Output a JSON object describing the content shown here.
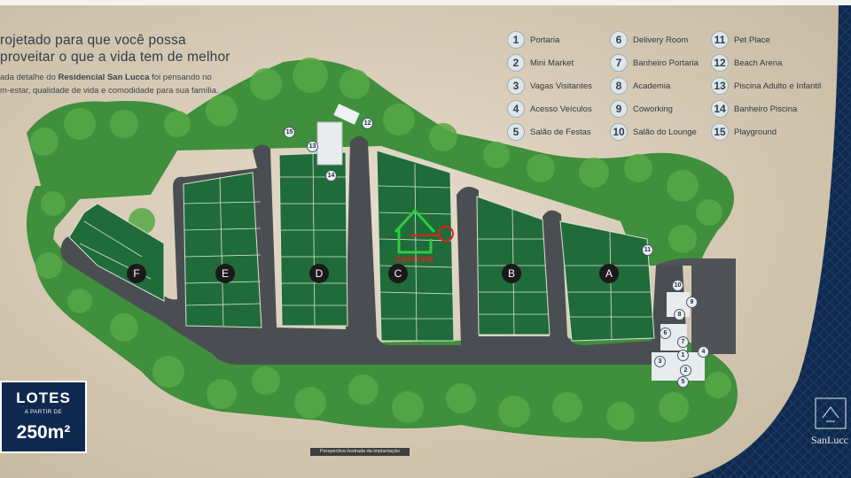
{
  "header": {
    "headline_line1": "rojetado para que você possa",
    "headline_line2": "proveitar o que a vida tem de melhor",
    "desc_line1_pre": "ada detalhe do ",
    "desc_line1_bold": "Residencial San Lucca",
    "desc_line1_post": " foi pensando no",
    "desc_line2": "m-estar, qualidade de vida e comodidade para sua família."
  },
  "legend": [
    {
      "num": "1",
      "label": "Portaria"
    },
    {
      "num": "2",
      "label": "Mini Market"
    },
    {
      "num": "3",
      "label": "Vagas Visitantes"
    },
    {
      "num": "4",
      "label": "Acesso Veículos"
    },
    {
      "num": "5",
      "label": "Salão de Festas"
    },
    {
      "num": "6",
      "label": "Delivery Room"
    },
    {
      "num": "7",
      "label": "Banheiro Portaria"
    },
    {
      "num": "8",
      "label": "Academia"
    },
    {
      "num": "9",
      "label": "Coworking"
    },
    {
      "num": "10",
      "label": "Salão do Lounge"
    },
    {
      "num": "11",
      "label": "Pet Place"
    },
    {
      "num": "12",
      "label": "Beach Arena"
    },
    {
      "num": "13",
      "label": "Piscina Adulto e Infantil"
    },
    {
      "num": "14",
      "label": "Banheiro Piscina"
    },
    {
      "num": "15",
      "label": "Playground"
    }
  ],
  "sectors": [
    "F",
    "E",
    "D",
    "C",
    "B",
    "A"
  ],
  "map_markers": [
    "15",
    "12",
    "13",
    "14",
    "11",
    "10",
    "9",
    "8",
    "6",
    "7",
    "4",
    "3",
    "2",
    "1",
    "5"
  ],
  "lotes": {
    "title": "LOTES",
    "subtitle": "A PARTIR DE",
    "size": "250m²"
  },
  "caption": "Perspectiva ilustrada da implantação",
  "brand": {
    "name": "SanLucc"
  },
  "watermark": {
    "text": "CAPICHE"
  },
  "colors": {
    "lot_green": "#1f6b3a",
    "road": "#4a4e52",
    "tree": "#3f8f3c",
    "navy": "#0f2a4e",
    "beige": "#d8cdbb"
  }
}
